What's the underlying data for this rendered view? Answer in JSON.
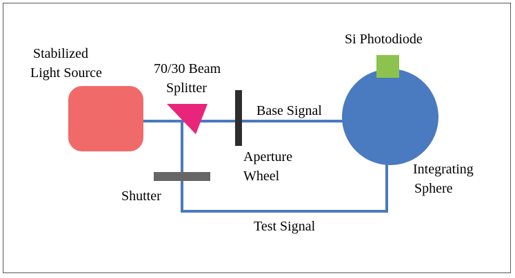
{
  "labels": {
    "light_source_line1": "Stabilized",
    "light_source_line2": "Light Source",
    "beam_splitter_line1": "70/30 Beam",
    "beam_splitter_line2": "Splitter",
    "base_signal": "Base Signal",
    "aperture_line1": "Aperture",
    "aperture_line2": "Wheel",
    "shutter": "Shutter",
    "test_signal": "Test Signal",
    "photodiode": "Si Photodiode",
    "sphere_line1": "Integrating",
    "sphere_line2": "Sphere"
  },
  "colors": {
    "beam": "#4a7abf",
    "light_source": "#f06a6a",
    "beam_splitter": "#e8257a",
    "aperture": "#2e2e2e",
    "shutter": "#666666",
    "sphere": "#4a7abf",
    "photodiode": "#8cc34e"
  }
}
